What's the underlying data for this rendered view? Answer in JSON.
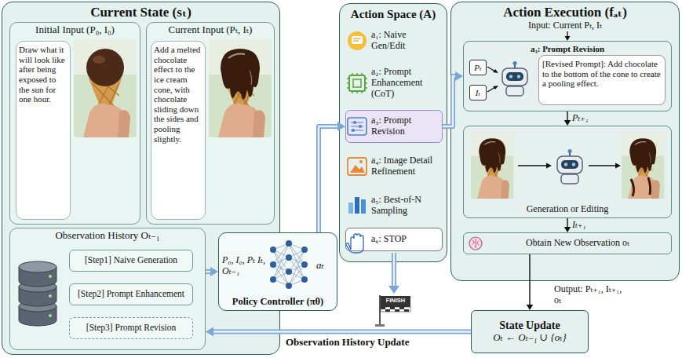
{
  "diagram": {
    "nodes": [
      {
        "text": [
          "Current State (sₜ)"
        ]
      },
      {
        "text": [
          "Initial Input (P₀, I₀)"
        ],
        "in": 0
      },
      {
        "text": [
          "Draw what it will look like after being exposed to the sun for one hour."
        ],
        "in": 1
      },
      {
        "text": [
          "Current Input (Pₜ, Iₜ)"
        ],
        "in": 0
      },
      {
        "text": [
          "Add a melted chocolate effect to the ice cream cone, with chocolate sliding down the sides and pooling slightly."
        ],
        "in": 3
      },
      {
        "text": [
          "Observation History Oₜ₋₁"
        ],
        "in": 0
      },
      {
        "text": [
          "[Step1] Naive Generation"
        ],
        "in": 5
      },
      {
        "text": [
          "[Step2] Prompt Enhancement"
        ],
        "in": 5
      },
      {
        "text": [
          "[Step3] Prompt Revision"
        ],
        "in": 5
      },
      {
        "text": [
          "Policy Controller (πθ)",
          "P₀, I₀, Pₜ Iₜ, Oₜ₋₁",
          "aₜ"
        ]
      },
      {
        "text": [
          "Action Space (A)"
        ]
      },
      {
        "text": [
          "a₁: Naive Gen/Edit"
        ],
        "in": 10
      },
      {
        "text": [
          "a₂: Prompt Enhancement (CoT)"
        ],
        "in": 10
      },
      {
        "text": [
          "a₃: Prompt Revision"
        ],
        "in": 10
      },
      {
        "text": [
          "a₄: Image Detail Refinement"
        ],
        "in": 10
      },
      {
        "text": [
          "a₅: Best-of-N Sampling"
        ],
        "in": 10
      },
      {
        "text": [
          "a₆: STOP"
        ],
        "in": 10
      },
      {
        "text": [
          "Action Execution (fₐₜ)",
          "Input: Current Pₜ, Iₜ"
        ]
      },
      {
        "text": [
          "a₃: Prompt Revision"
        ],
        "in": 17
      },
      {
        "text": [
          "Pₜ"
        ],
        "in": 18
      },
      {
        "text": [
          "Iₜ"
        ],
        "in": 18
      },
      {
        "text": [
          "[Revised Prompt]: Add chocolate to the bottom of the cone to create a pooling effect."
        ],
        "in": 18
      },
      {
        "text": [
          "Generation or Editing"
        ],
        "in": 17
      },
      {
        "text": [
          "Obtain New Observation oₜ"
        ],
        "in": 17
      },
      {
        "text": [
          "State Update",
          "Oₜ ← Oₜ₋₁ ∪ {oₜ}"
        ]
      }
    ],
    "edges": [
      {
        "from": 5,
        "to": 9,
        "arrow": "to"
      },
      {
        "from": 9,
        "to": 13,
        "arrow": "to"
      },
      {
        "from": 13,
        "to": 18,
        "arrow": "to"
      },
      {
        "from": 18,
        "to": 22,
        "label": "Pₜ₊₁",
        "arrow": "to"
      },
      {
        "from": 22,
        "to": 23,
        "label": "Iₜ₊₁",
        "arrow": "to"
      },
      {
        "from": 23,
        "to": 24,
        "arrow": "to"
      },
      {
        "from": 24,
        "to": 5,
        "label": "Observation History Update",
        "arrow": "to"
      }
    ],
    "labels": [
      "FINISH",
      "Output: Pₜ₊₁, Iₜ₊₁, oₜ"
    ]
  }
}
